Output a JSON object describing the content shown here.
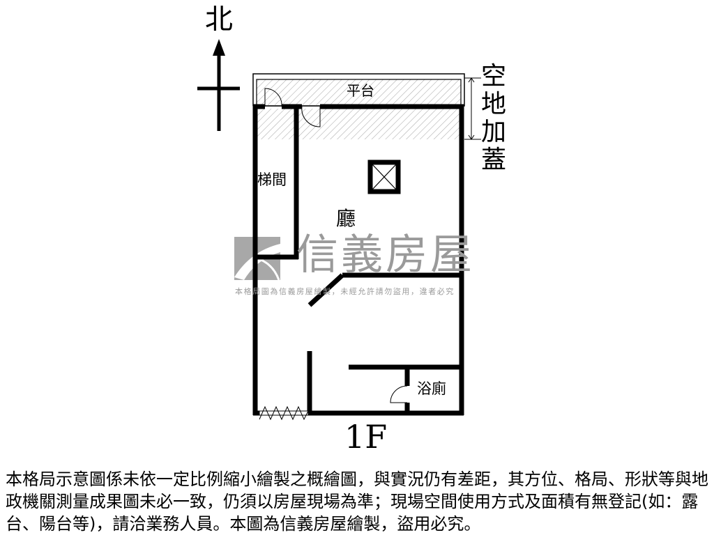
{
  "compass": {
    "label": "北"
  },
  "side_annotation": {
    "label": "空地加蓋"
  },
  "rooms": {
    "platform": "平台",
    "stairwell": "梯間",
    "living_room": "廳",
    "bathroom": "浴廁"
  },
  "floor_label": "1F",
  "watermark": {
    "brand": "信義房屋",
    "notice": "本格局圖為信義房屋繪製，未經允許請勿盜用，違者必究"
  },
  "disclaimer": "本格局示意圖係未依一定比例縮小繪製之概繪圖，與實況仍有差距，其方位、格局、形狀等與地政機關測量成果圖未必一致，仍須以房屋現場為準；現場空間使用方式及面積有無登記(如：露台、陽台等)，請洽業務人員。本圖為信義房屋繪製，盜用必究。",
  "colors": {
    "wall": "#000000",
    "watermark": "#9a9a9a",
    "hatch": "#b0b0b0"
  }
}
